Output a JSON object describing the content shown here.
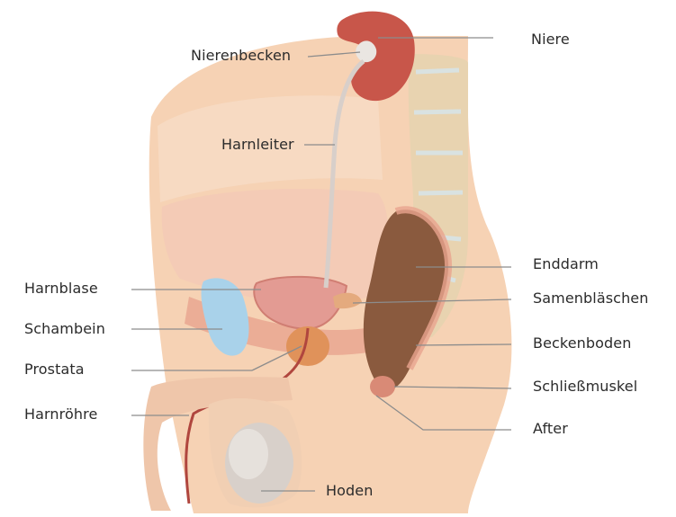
{
  "labels": {
    "niere": "Niere",
    "nierenbecken": "Nierenbecken",
    "harnleiter": "Harnleiter",
    "enddarm": "Enddarm",
    "harnblase": "Harnblase",
    "samenblaeschen": "Samenbläschen",
    "schambein": "Schambein",
    "beckenboden": "Beckenboden",
    "prostata": "Prostata",
    "schliessmuskel": "Schließmuskel",
    "harnroehre": "Harnröhre",
    "after": "After",
    "hoden": "Hoden"
  },
  "colors": {
    "skin": "#f6d2b4",
    "skin_shadow": "#efbf9a",
    "pelvis_cavity": "#f3c7b6",
    "kidney": "#c8564a",
    "bone": "#e8d3b0",
    "bladder": "#e39b93",
    "rectum": "#8a5a3e",
    "pubic_bone": "#a9d2ea",
    "leader": "#8c8c8c"
  }
}
